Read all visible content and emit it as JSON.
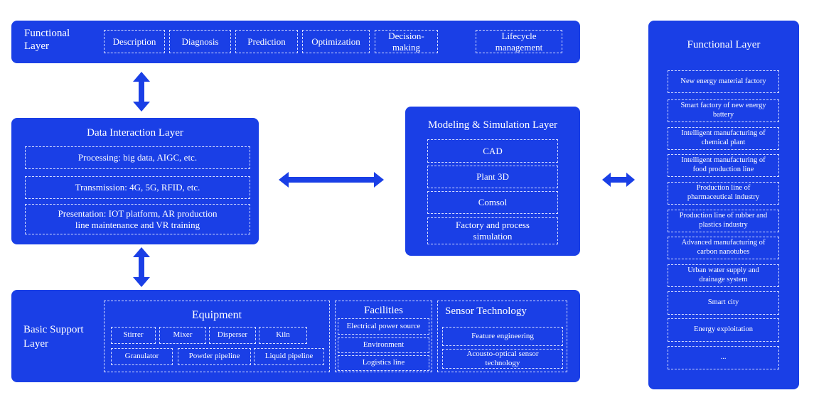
{
  "colors": {
    "panel": "#1a3fe6",
    "background": "#ffffff",
    "text": "#ffffff",
    "dash": "#d6dcff"
  },
  "top_functional": {
    "title": "Functional\nLayer",
    "items": [
      "Description",
      "Diagnosis",
      "Prediction",
      "Optimization",
      "Decision-\nmaking",
      "Lifecycle\nmanagement"
    ]
  },
  "data_interaction": {
    "title": "Data Interaction Layer",
    "items": [
      "Processing: big data, AIGC, etc.",
      "Transmission: 4G, 5G, RFID, etc.",
      "Presentation: IOT platform, AR production\nline maintenance and VR training"
    ]
  },
  "modeling": {
    "title": "Modeling & Simulation Layer",
    "items": [
      "CAD",
      "Plant 3D",
      "Comsol",
      "Factory and process\nsimulation"
    ]
  },
  "right_functional": {
    "title": "Functional Layer",
    "items": [
      "New energy material factory",
      "Smart factory of new energy\nbattery",
      "Intelligent manufacturing of\nchemical plant",
      "Intelligent manufacturing of\nfood production line",
      "Production line of\npharmaceutical industry",
      "Production line of rubber and\nplastics industry",
      "Advanced manufacturing of\ncarbon nanotubes",
      "Urban water supply and\ndrainage system",
      "Smart city",
      "Energy exploitation",
      "..."
    ]
  },
  "basic_support": {
    "title": "Basic Support\nLayer",
    "equipment": {
      "title": "Equipment",
      "items": [
        "Stirrer",
        "Mixer",
        "Disperser",
        "Kiln",
        "Granulator",
        "Powder pipeline",
        "Liquid pipeline"
      ]
    },
    "facilities": {
      "title": "Facilities",
      "items": [
        "Electrical power source",
        "Environment",
        "Logistics line"
      ]
    },
    "sensor": {
      "title": "Sensor Technology",
      "items": [
        "Feature engineering",
        "Acousto-optical sensor\ntechnology"
      ]
    }
  }
}
